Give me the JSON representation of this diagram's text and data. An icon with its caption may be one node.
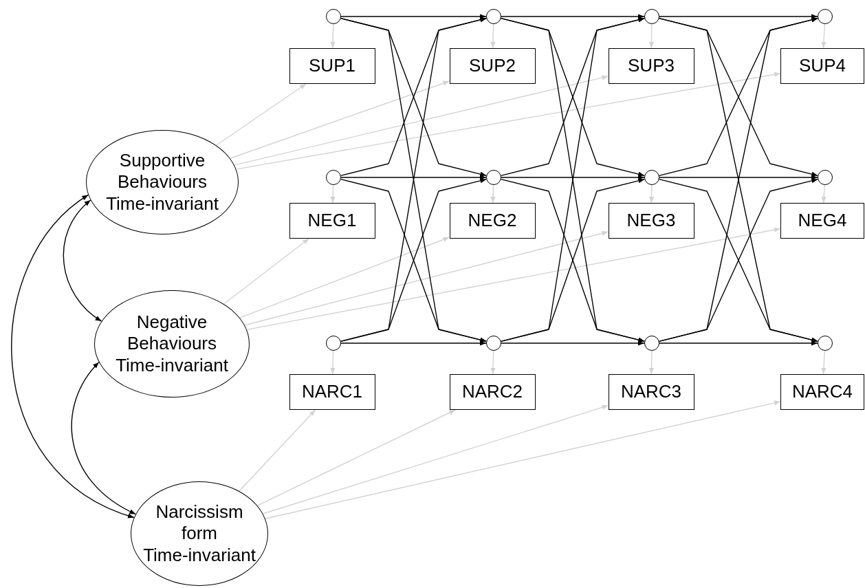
{
  "diagram": {
    "nodes": [
      {
        "text": [
          "Supportive Behaviours Time-invariant"
        ]
      },
      {
        "text": [
          "Negative Behaviours Time-invariant"
        ]
      },
      {
        "text": [
          "Narcissism form Time-invariant"
        ]
      },
      {
        "text": [
          "SUP1"
        ]
      },
      {
        "text": [
          "SUP2"
        ]
      },
      {
        "text": [
          "SUP3"
        ]
      },
      {
        "text": [
          "SUP4"
        ]
      },
      {
        "text": [
          "NEG1"
        ]
      },
      {
        "text": [
          "NEG2"
        ]
      },
      {
        "text": [
          "NEG3"
        ]
      },
      {
        "text": [
          "NEG4"
        ]
      },
      {
        "text": [
          "NARC1"
        ]
      },
      {
        "text": [
          "NARC2"
        ]
      },
      {
        "text": [
          "NARC3"
        ]
      },
      {
        "text": [
          "NARC4"
        ]
      },
      {
        "text": [],
        "shape": "circle"
      },
      {
        "text": [],
        "shape": "circle"
      },
      {
        "text": [],
        "shape": "circle"
      },
      {
        "text": [],
        "shape": "circle"
      },
      {
        "text": [],
        "shape": "circle"
      },
      {
        "text": [],
        "shape": "circle"
      },
      {
        "text": [],
        "shape": "circle"
      },
      {
        "text": [],
        "shape": "circle"
      },
      {
        "text": [],
        "shape": "circle"
      },
      {
        "text": [],
        "shape": "circle"
      },
      {
        "text": [],
        "shape": "circle"
      },
      {
        "text": [],
        "shape": "circle"
      }
    ],
    "edges": [
      {
        "from": 0,
        "to": 3,
        "arrow": "to",
        "color": "#d3d3d3"
      },
      {
        "from": 0,
        "to": 4,
        "arrow": "to",
        "color": "#d3d3d3"
      },
      {
        "from": 0,
        "to": 5,
        "arrow": "to",
        "color": "#d3d3d3"
      },
      {
        "from": 0,
        "to": 6,
        "arrow": "to",
        "color": "#d3d3d3"
      },
      {
        "from": 1,
        "to": 7,
        "arrow": "to",
        "color": "#d3d3d3"
      },
      {
        "from": 1,
        "to": 8,
        "arrow": "to",
        "color": "#d3d3d3"
      },
      {
        "from": 1,
        "to": 9,
        "arrow": "to",
        "color": "#d3d3d3"
      },
      {
        "from": 1,
        "to": 10,
        "arrow": "to",
        "color": "#d3d3d3"
      },
      {
        "from": 2,
        "to": 11,
        "arrow": "to",
        "color": "#d3d3d3"
      },
      {
        "from": 2,
        "to": 12,
        "arrow": "to",
        "color": "#d3d3d3"
      },
      {
        "from": 2,
        "to": 13,
        "arrow": "to",
        "color": "#d3d3d3"
      },
      {
        "from": 2,
        "to": 14,
        "arrow": "to",
        "color": "#d3d3d3"
      },
      {
        "from": 15,
        "to": 3,
        "arrow": "to",
        "color": "#d3d3d3"
      },
      {
        "from": 16,
        "to": 4,
        "arrow": "to",
        "color": "#d3d3d3"
      },
      {
        "from": 17,
        "to": 5,
        "arrow": "to",
        "color": "#d3d3d3"
      },
      {
        "from": 18,
        "to": 6,
        "arrow": "to",
        "color": "#d3d3d3"
      },
      {
        "from": 19,
        "to": 7,
        "arrow": "to",
        "color": "#d3d3d3"
      },
      {
        "from": 20,
        "to": 8,
        "arrow": "to",
        "color": "#d3d3d3"
      },
      {
        "from": 21,
        "to": 9,
        "arrow": "to",
        "color": "#d3d3d3"
      },
      {
        "from": 22,
        "to": 10,
        "arrow": "to",
        "color": "#d3d3d3"
      },
      {
        "from": 23,
        "to": 11,
        "arrow": "to",
        "color": "#d3d3d3"
      },
      {
        "from": 24,
        "to": 12,
        "arrow": "to",
        "color": "#d3d3d3"
      },
      {
        "from": 25,
        "to": 13,
        "arrow": "to",
        "color": "#d3d3d3"
      },
      {
        "from": 26,
        "to": 14,
        "arrow": "to",
        "color": "#d3d3d3"
      },
      {
        "from": 15,
        "to": 16,
        "arrow": "to"
      },
      {
        "from": 16,
        "to": 17,
        "arrow": "to"
      },
      {
        "from": 17,
        "to": 18,
        "arrow": "to"
      },
      {
        "from": 19,
        "to": 20,
        "arrow": "to"
      },
      {
        "from": 20,
        "to": 21,
        "arrow": "to"
      },
      {
        "from": 21,
        "to": 22,
        "arrow": "to"
      },
      {
        "from": 23,
        "to": 24,
        "arrow": "to"
      },
      {
        "from": 24,
        "to": 25,
        "arrow": "to"
      },
      {
        "from": 25,
        "to": 26,
        "arrow": "to"
      },
      {
        "from": 15,
        "to": 20,
        "arrow": "to"
      },
      {
        "from": 15,
        "to": 24,
        "arrow": "to"
      },
      {
        "from": 19,
        "to": 16,
        "arrow": "to"
      },
      {
        "from": 19,
        "to": 24,
        "arrow": "to"
      },
      {
        "from": 23,
        "to": 16,
        "arrow": "to"
      },
      {
        "from": 23,
        "to": 20,
        "arrow": "to"
      },
      {
        "from": 16,
        "to": 21,
        "arrow": "to"
      },
      {
        "from": 16,
        "to": 25,
        "arrow": "to"
      },
      {
        "from": 20,
        "to": 17,
        "arrow": "to"
      },
      {
        "from": 20,
        "to": 25,
        "arrow": "to"
      },
      {
        "from": 24,
        "to": 17,
        "arrow": "to"
      },
      {
        "from": 24,
        "to": 21,
        "arrow": "to"
      },
      {
        "from": 17,
        "to": 22,
        "arrow": "to"
      },
      {
        "from": 17,
        "to": 26,
        "arrow": "to"
      },
      {
        "from": 21,
        "to": 18,
        "arrow": "to"
      },
      {
        "from": 21,
        "to": 26,
        "arrow": "to"
      },
      {
        "from": 25,
        "to": 18,
        "arrow": "to"
      },
      {
        "from": 25,
        "to": 22,
        "arrow": "to"
      },
      {
        "from": 0,
        "to": 1,
        "arrow": "both"
      },
      {
        "from": 1,
        "to": 2,
        "arrow": "both"
      },
      {
        "from": 0,
        "to": 2,
        "arrow": "both"
      }
    ]
  }
}
